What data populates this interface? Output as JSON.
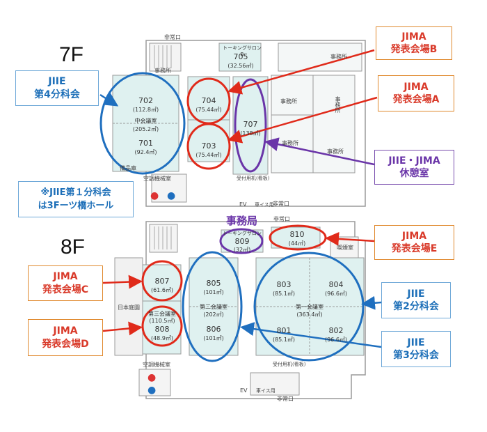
{
  "floors": {
    "f7": "7F",
    "f8": "8F"
  },
  "map_labels": {
    "exit": "非常口",
    "office": "事務所",
    "room_705": "705",
    "talking_salon_b": "トーキングサロンB",
    "area_705": "(32.56㎡)",
    "room_702": "702",
    "area_702": "(112.8㎡)",
    "mid_hall": "中会議室",
    "area_mid_hall": "(205.2㎡)",
    "room_701": "701",
    "area_701": "(92.4㎡)",
    "room_704": "704",
    "area_704": "(75.44㎡)",
    "room_703": "703",
    "area_703": "(75.44㎡)",
    "room_707": "707",
    "area_707": "(138㎡)",
    "storage": "備品庫",
    "ac_room": "空調機械室",
    "reception_sign": "受付用机(看板)",
    "ev": "EV",
    "wheelchair": "車イス用",
    "room_810": "810",
    "area_810": "(44㎡)",
    "room_809": "809",
    "talking_salon": "トーキングサロン",
    "area_809": "(32㎡)",
    "smoking": "喫煙室",
    "room_807": "807",
    "area_807": "(61.6㎡)",
    "room_808": "808",
    "area_808": "(48.9㎡)",
    "third_hall": "第三会議室",
    "area_third_hall": "(110.5㎡)",
    "garden": "日本庭園",
    "room_805": "805",
    "area_805": "(101㎡)",
    "second_hall": "第二会議室",
    "area_second_hall": "(202㎡)",
    "room_806": "806",
    "area_806": "(101㎡)",
    "room_803": "803",
    "area_803": "(85.1㎡)",
    "room_804": "804",
    "area_804": "(96.6㎡)",
    "first_hall": "第一会議室",
    "area_first_hall": "(363.4㎡)",
    "room_801": "801",
    "area_801": "(85.1㎡)",
    "room_802": "802",
    "area_802": "(96.6㎡)"
  },
  "callouts": {
    "jima_b": [
      "JIMA",
      "発表会場B"
    ],
    "jima_a": [
      "JIMA",
      "発表会場A"
    ],
    "jiie_4": [
      "JIIE",
      "第4分科会"
    ],
    "rest": [
      "JIIE・JIMA",
      "休憩室"
    ],
    "note1": [
      "※JIIE第１分科会",
      "は3Fーツ橋ホール"
    ],
    "jimukyoku": "事務局",
    "jima_e": [
      "JIMA",
      "発表会場E"
    ],
    "jima_c": [
      "JIMA",
      "発表会場C"
    ],
    "jima_d": [
      "JIMA",
      "発表会場D"
    ],
    "jiie_2": [
      "JIIE",
      "第2分科会"
    ],
    "jiie_3": [
      "JIIE",
      "第3分科会"
    ]
  },
  "colors": {
    "red": "#e02a1a",
    "blue": "#1f6fbf",
    "purple": "#6a35a8",
    "room_fill": "#dff1f0",
    "wall": "#9a9a9a"
  }
}
